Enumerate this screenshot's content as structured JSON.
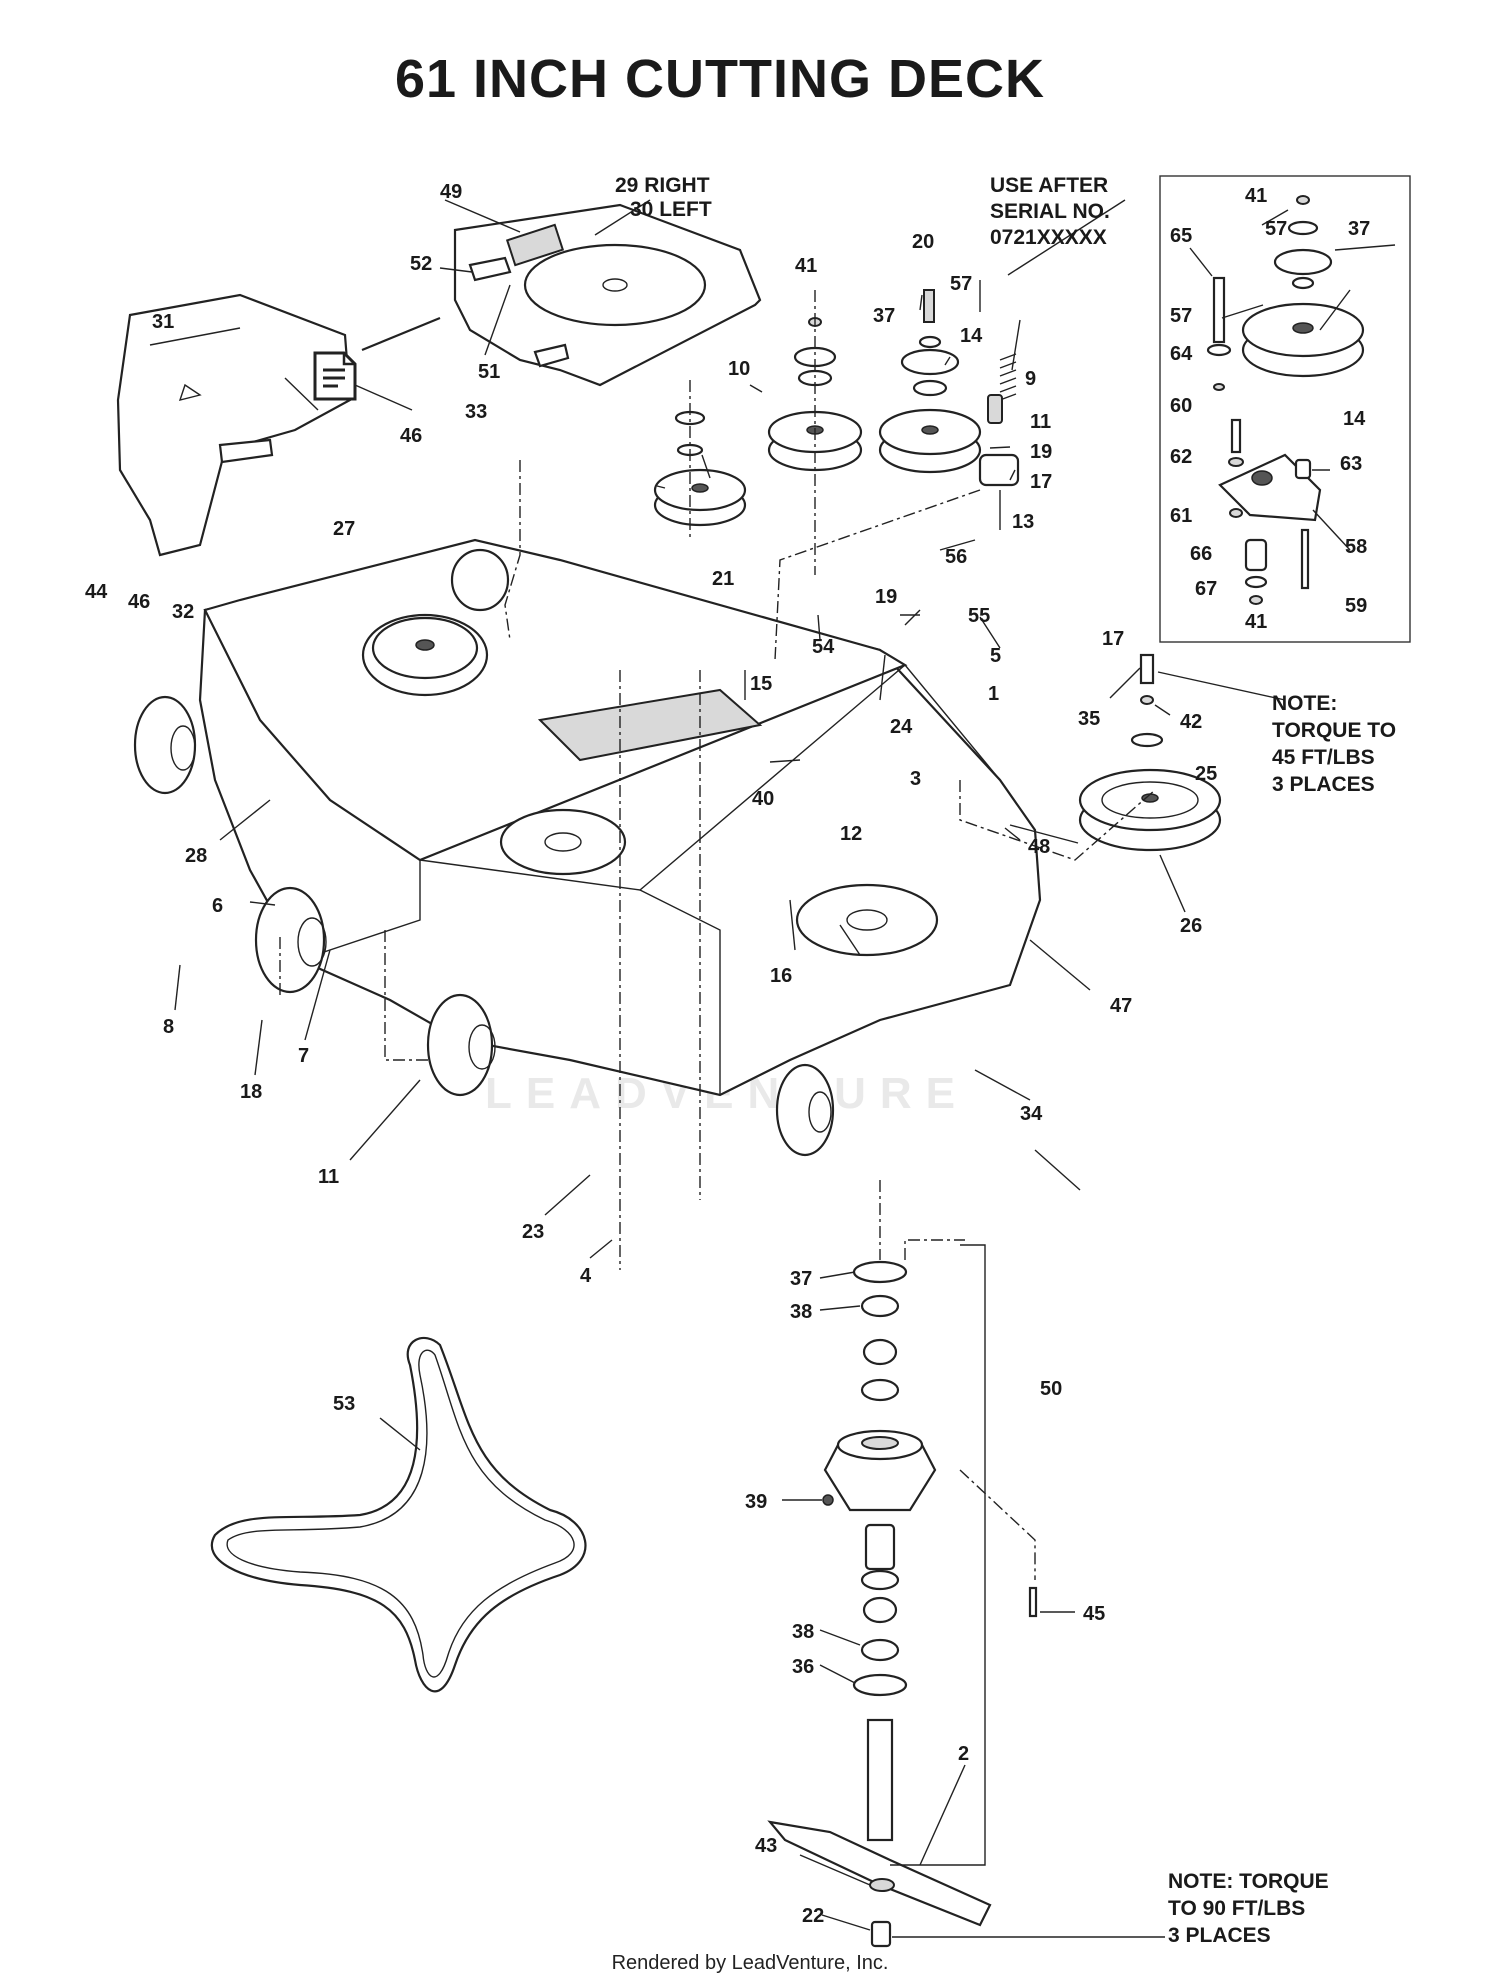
{
  "title": "61 INCH CUTTING DECK",
  "footer": "Rendered by LeadVenture, Inc.",
  "watermark": "LEADVENTURE",
  "notes": {
    "serial": [
      "USE AFTER",
      "SERIAL NO.",
      "0721XXXXX"
    ],
    "torque_45": [
      "NOTE:",
      "TORQUE TO",
      "45 FT/LBS",
      "3 PLACES"
    ],
    "torque_90": [
      "NOTE: TORQUE",
      "TO 90 FT/LBS",
      "3 PLACES"
    ],
    "cover_label": [
      "29 RIGHT",
      "30 LEFT"
    ]
  },
  "callouts": [
    "49",
    "52",
    "51",
    "31",
    "33",
    "46",
    "41",
    "20",
    "57",
    "37",
    "14",
    "10",
    "9",
    "11",
    "19",
    "17",
    "13",
    "27",
    "44",
    "46",
    "32",
    "21",
    "56",
    "19",
    "55",
    "54",
    "5",
    "15",
    "24",
    "1",
    "3",
    "40",
    "12",
    "48",
    "28",
    "6",
    "16",
    "8",
    "18",
    "7",
    "47",
    "26",
    "34",
    "11",
    "23",
    "4",
    "37",
    "38",
    "50",
    "53",
    "39",
    "45",
    "38",
    "36",
    "2",
    "43",
    "22",
    "41",
    "65",
    "57",
    "37",
    "57",
    "64",
    "14",
    "60",
    "62",
    "63",
    "61",
    "58",
    "66",
    "67",
    "59",
    "41",
    "17",
    "35",
    "42",
    "25"
  ],
  "icons": {
    "document": "document-icon"
  }
}
